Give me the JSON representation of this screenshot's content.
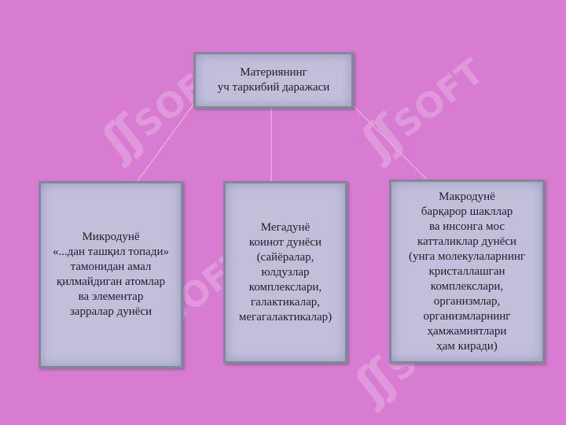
{
  "watermark": {
    "text": "SOFT",
    "logo": "ss-logo-icon",
    "color": "#ffffff"
  },
  "colors": {
    "background": "#d77cd0",
    "box_fill": "#c3bfdb",
    "box_border": "#7e8a96",
    "connector": "#e6a9e0"
  },
  "diagram": {
    "root": {
      "lines": [
        "Материянинг",
        "уч таркибий даражаси"
      ]
    },
    "children": [
      {
        "id": "micro",
        "lines": [
          "Микродунё",
          "«...дан ташқил топади»",
          "тамонидан амал",
          "қилмайдиган атомлар",
          "ва элементар",
          "зарралар дунёси"
        ]
      },
      {
        "id": "mega",
        "lines": [
          "Мегадунё",
          "коинот дунёси",
          "(сайёралар,",
          "юлдузлар",
          "комплекслари,",
          "галактикалар,",
          "мегагалактикалар)"
        ]
      },
      {
        "id": "macro",
        "lines": [
          "Макродунё",
          "барқарор шакллар",
          "ва инсонга мос",
          "катталиклар дунёси",
          "(унга молекулаларнинг",
          "кристаллашган",
          "комплекслари,",
          "организмлар,",
          "организмларнинг",
          "ҳамжамиятлари",
          "ҳам киради)"
        ]
      }
    ]
  }
}
